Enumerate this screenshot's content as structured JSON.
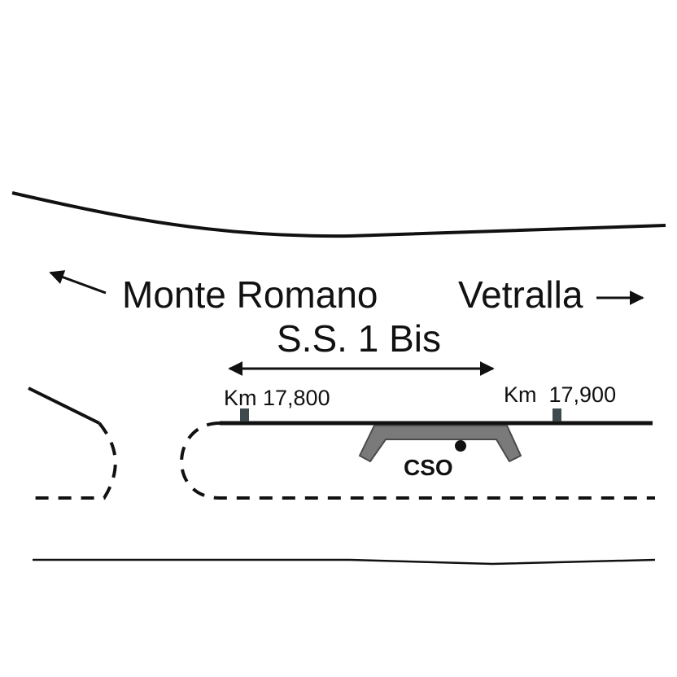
{
  "labels": {
    "monte_romano": "Monte Romano",
    "vetralla": "Vetralla",
    "road": "S.S. 1 Bis",
    "km_start": "Km 17,800",
    "km_end": "Km  17,900",
    "cso": "CSO"
  },
  "colors": {
    "line": "#111111",
    "structure_fill": "#7a7a7a",
    "structure_stroke": "#4a4a4a",
    "marker": "#3f4a4f",
    "background": "#ffffff"
  }
}
